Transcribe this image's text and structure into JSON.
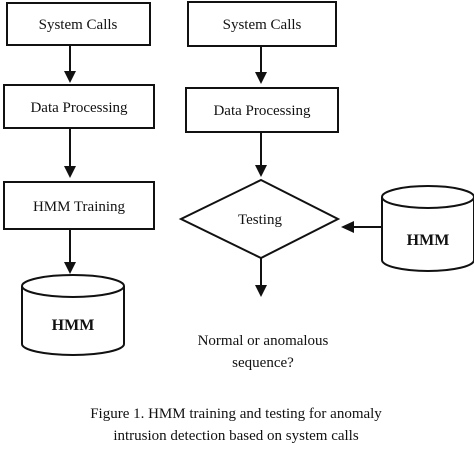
{
  "training": {
    "system_calls": "System Calls",
    "data_processing": "Data Processing",
    "hmm_training": "HMM Training",
    "hmm_store": "HMM"
  },
  "testing": {
    "system_calls": "System Calls",
    "data_processing": "Data Processing",
    "testing": "Testing",
    "hmm_store": "HMM",
    "output_line1": "Normal or anomalous",
    "output_line2": "sequence?"
  },
  "caption": {
    "line1": "Figure 1. HMM training and testing for anomaly",
    "line2": "intrusion detection based on system calls"
  }
}
